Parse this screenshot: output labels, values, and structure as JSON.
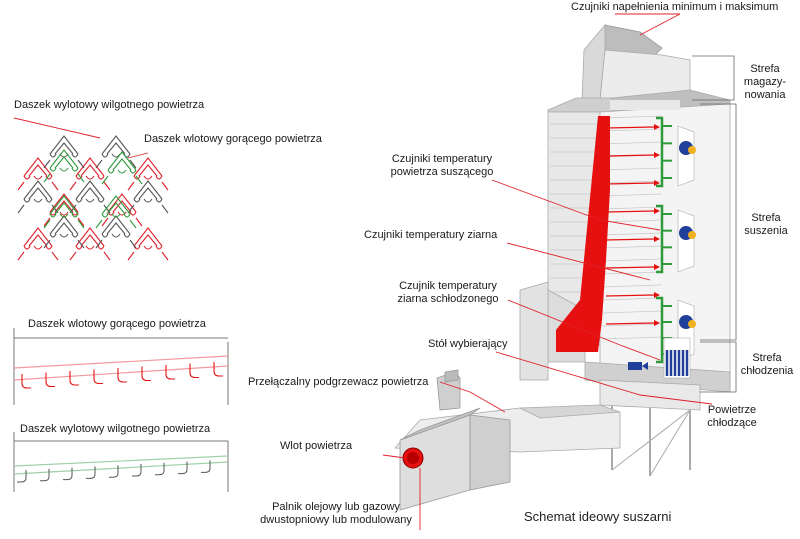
{
  "diagram": {
    "caption": "Schemat ideowy suszarni",
    "left": {
      "roof_diagram": {
        "outlet_label": "Daszek wylotowy wilgotnego powietrza",
        "inlet_label": "Daszek wlotowy gorącego powietrza"
      },
      "hot_duct": {
        "label": "Daszek wlotowy gorącego powietrza"
      },
      "humid_duct": {
        "label": "Daszek wylotowy wilgotnego powietrza"
      }
    },
    "top_sensor": "Czujniki napełnienia minimum i maksimum",
    "zones": {
      "storage": [
        "Strefa",
        "magazy-",
        "nowania"
      ],
      "drying": [
        "Strefa",
        "suszenia"
      ],
      "cooling": [
        "Strefa",
        "chłodzenia"
      ]
    },
    "callouts": {
      "drying_air_sensors": [
        "Czujniki temperatury",
        "powietrza suszącego"
      ],
      "grain_sensors": "Czujniki temperatury ziarna",
      "cooled_grain_sensor": [
        "Czujnik temperatury",
        "ziarna schłodzonego"
      ],
      "discharge_table": "Stół wybierający",
      "switchable_preheater": "Przełączalny podgrzewacz powietrza",
      "air_inlet": "Wlot powietrza",
      "burner": [
        "Palnik olejowy lub gazowy",
        "dwustopniowy lub modulowany"
      ],
      "cooling_air": [
        "Powietrze",
        "chłodzące"
      ]
    },
    "colors": {
      "hot_air": "#e61010",
      "humid_air": "#2f9a3a",
      "leader": "#e0202a",
      "structure": "#e4e4e4",
      "fan_blue": "#1f3f9a",
      "fan_yellow": "#f0b020"
    }
  }
}
